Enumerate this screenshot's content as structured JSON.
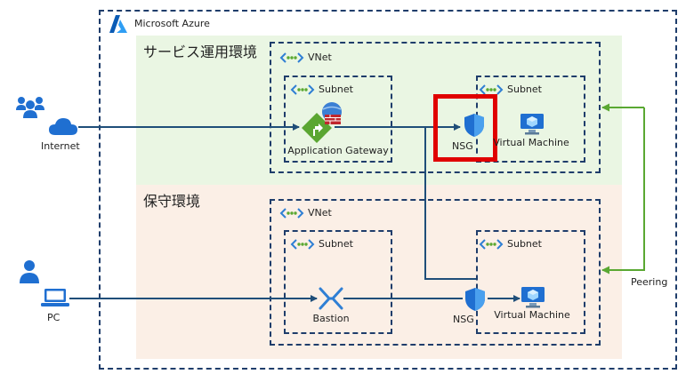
{
  "azure": {
    "title": "Microsoft Azure"
  },
  "zones": {
    "service": {
      "title": "サービス運用環境"
    },
    "maintenance": {
      "title": "保守環境"
    }
  },
  "vnet_label": "VNet",
  "subnet_label": "Subnet",
  "nodes": {
    "internet": "Internet",
    "pc": "PC",
    "app_gateway": "Application Gateway",
    "nsg_top": "NSG",
    "vm_top": "Virtual Machine",
    "bastion": "Bastion",
    "nsg_bottom": "NSG",
    "vm_bottom": "Virtual Machine",
    "peering": "Peering"
  },
  "colors": {
    "dash": "#1f3d6b",
    "flow_line": "#1f4e79",
    "peering_line": "#5aa832",
    "highlight": "#e00000",
    "service_bg": "#eaf6e3",
    "maint_bg": "#fbefe6",
    "azure_blue": "#0078d4"
  },
  "icons": [
    "azure-logo-icon",
    "users-icon",
    "cloud-icon",
    "user-icon",
    "laptop-icon",
    "vnet-icon",
    "subnet-icon",
    "app-gateway-icon",
    "firewall-icon",
    "nsg-shield-icon",
    "vm-icon",
    "bastion-icon"
  ]
}
